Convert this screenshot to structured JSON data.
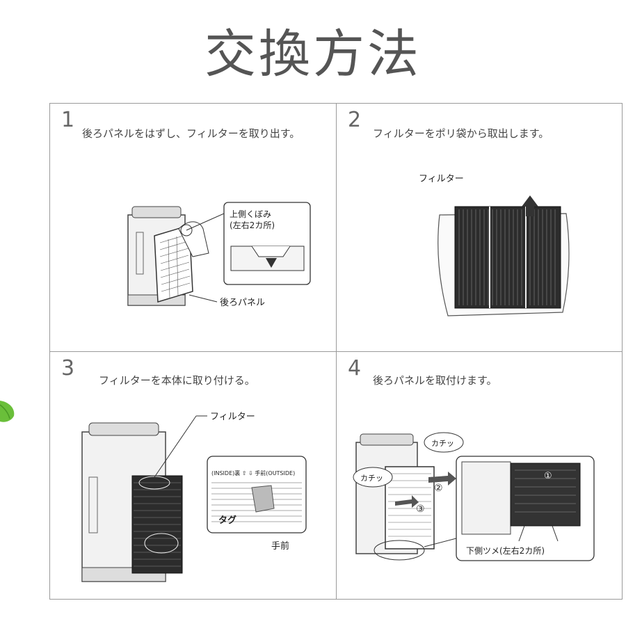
{
  "title": "交換方法",
  "steps": [
    {
      "num": "1",
      "text": "後ろパネルをはずし、フィルターを取り出す。",
      "callout_line1": "上側くぼみ",
      "callout_line2": "(左右2カ所)",
      "panel_label": "後ろパネル"
    },
    {
      "num": "2",
      "text": "フィルターをポリ袋から取出します。",
      "filter_label": "フィルター"
    },
    {
      "num": "3",
      "text": "フィルターを本体に取り付ける。",
      "filter_label": "フィルター",
      "inside_text": "(INSIDE)裏 ⇧ ⇩ 手前(OUTSIDE)",
      "tag_label": "タグ",
      "front_label": "手前"
    },
    {
      "num": "4",
      "text": "後ろパネルを取付けます。",
      "click1": "カチッ",
      "click2": "カチッ",
      "n1": "①",
      "n2": "②",
      "n3": "③",
      "claw_label": "下側ツメ(左右2カ所)"
    }
  ],
  "colors": {
    "leaf": "#6abf3a",
    "border": "#9a9a9a"
  }
}
